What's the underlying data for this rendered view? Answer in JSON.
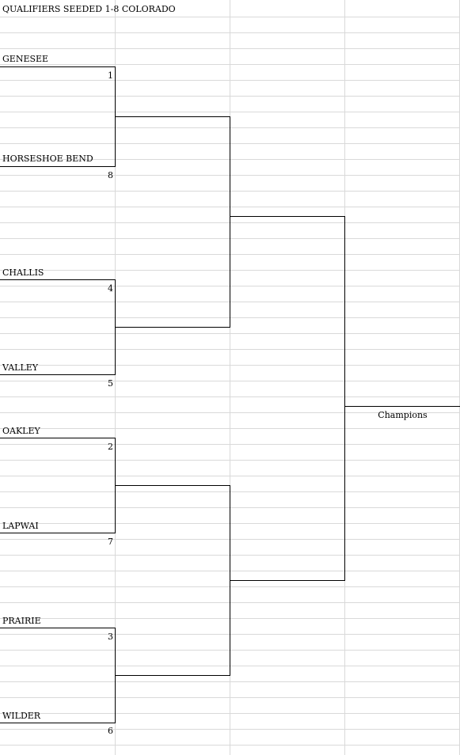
{
  "title": "QUALIFIERS SEEDED 1-8 COLORADO",
  "teams": [
    {
      "name": "GENESEE",
      "seed": "1"
    },
    {
      "name": "HORSESHOE BEND",
      "seed": "8"
    },
    {
      "name": "CHALLIS",
      "seed": "4"
    },
    {
      "name": "VALLEY",
      "seed": "5"
    },
    {
      "name": "OAKLEY",
      "seed": "2"
    },
    {
      "name": "LAPWAI",
      "seed": "7"
    },
    {
      "name": "PRAIRIE",
      "seed": "3"
    },
    {
      "name": "WILDER",
      "seed": "6"
    }
  ],
  "champion_label": "Champions"
}
